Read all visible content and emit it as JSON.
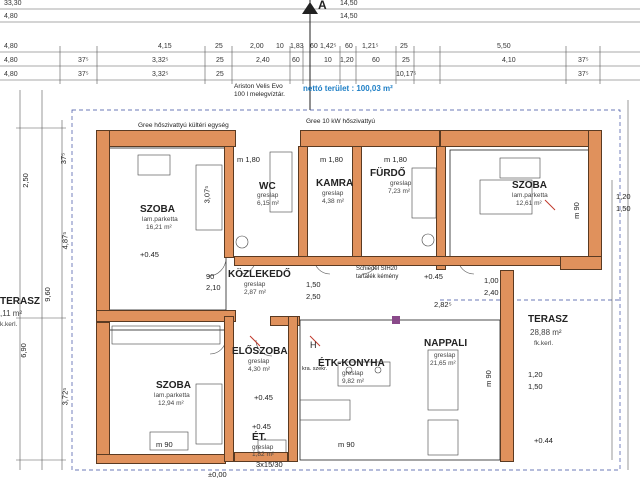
{
  "top_letter": "A",
  "dim_rows": [
    {
      "left": "33,30",
      "items": [
        "14,50"
      ]
    },
    {
      "left": "4,80",
      "items": [
        "14,50"
      ]
    },
    {
      "left": "4,80",
      "items": [
        "4,15",
        "25",
        "2,00",
        "10",
        "1,83",
        "60",
        "1,42⁵",
        "60",
        "1,21⁵",
        "25",
        "5,50"
      ]
    },
    {
      "left": "4,80",
      "items": [
        "37⁵",
        "3,32⁵",
        "25",
        "2,40",
        "60",
        "10",
        "1,20",
        "60",
        "25",
        "4,10",
        "37⁵"
      ]
    },
    {
      "left": "4,80",
      "items": [
        "37⁵",
        "3,32⁵",
        "25",
        "10,17⁵",
        "37⁵"
      ]
    }
  ],
  "net_area": "nettó terület : 100,03 m²",
  "boiler": {
    "line1": "Ariston Velis Evo",
    "line2": "100 l melegvíztár."
  },
  "outdoor_unit": "Gree hőszivattyú kültéri egység",
  "heatpump": "Gree 10 kW hőszivattyú",
  "chimney": {
    "line1": "Schiedel SIH20",
    "line2": "tartalék kémény"
  },
  "rooms": {
    "szoba1": {
      "name": "SZOBA",
      "floor": "lam.parketta",
      "area": "16,21 m²"
    },
    "wc": {
      "name": "WC",
      "floor": "greslap",
      "area": "6,15 m²",
      "height": "m 1,80"
    },
    "kamra": {
      "name": "KAMRA",
      "floor": "greslap",
      "area": "4,38 m²",
      "height": "m 1,80"
    },
    "furdo": {
      "name": "FÜRDŐ",
      "floor": "greslap",
      "area": "7,23 m²",
      "height": "m 1,80"
    },
    "szoba2": {
      "name": "SZOBA",
      "floor": "lam.parketta",
      "area": "12,61 m²"
    },
    "kozlekedo": {
      "name": "KÖZLEKEDŐ",
      "floor": "greslap",
      "area": "2,87 m²"
    },
    "szoba3": {
      "name": "SZOBA",
      "floor": "lam.parketta",
      "area": "12,94 m²"
    },
    "eloszoba": {
      "name": "ELŐSZOBA",
      "floor": "greslap",
      "area": "4,30 m²"
    },
    "etkkonyha": {
      "name": "ÉTK-KONYHA",
      "floor": "greslap",
      "area": "9,82 m²"
    },
    "nappali": {
      "name": "NAPPALI",
      "floor": "greslap",
      "area": "21,65 m²"
    },
    "et": {
      "name": "ÉT.",
      "floor": "greslap",
      "area": "1,82 m²"
    },
    "terasz_right": {
      "name": "TERASZ",
      "area": "28,88 m²",
      "floor": "fk.kerl."
    },
    "terasz_left": {
      "name": "TERASZ",
      "area": ",11 m²",
      "floor": "k.kerl."
    }
  },
  "levels": {
    "plus045a": "+0.45",
    "plus045b": "+0.45",
    "plus045c": "+0.45",
    "plus045d": "+0.45",
    "plus044": "+0.44",
    "zero": "±0,00"
  },
  "sides": {
    "left_a": "2,50",
    "left_b": "9,60",
    "left_c": "6,90",
    "left_d": "4,87⁵",
    "left_e": "3,72⁵",
    "left_f": "37⁵",
    "right_a": "1,20",
    "right_b": "1,50",
    "right_c": "1,20",
    "right_d": "1,50"
  },
  "misc": {
    "m90_a": "m 90",
    "m90_b": "m 90",
    "m90_c": "m 90",
    "m90_d": "m 90",
    "d90": "90",
    "d210": "2,10",
    "d150": "1,50",
    "d250": "2,50",
    "d100": "1,00",
    "d240": "2,40",
    "d307": "3,07⁵",
    "d282": "2,82⁵",
    "stairs": "3x15/30",
    "h": "H",
    "kra": "kra. szekr."
  }
}
